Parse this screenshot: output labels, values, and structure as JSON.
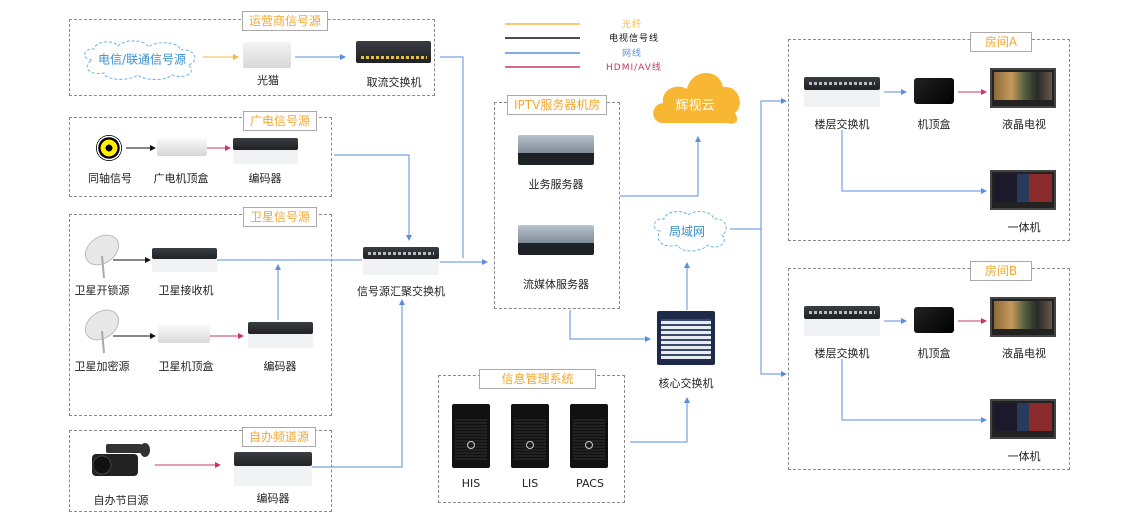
{
  "legend": [
    {
      "label": "光纤",
      "color": "#f5b940"
    },
    {
      "label": "电视信号线",
      "color": "#111111"
    },
    {
      "label": "网线",
      "color": "#5a8fdc"
    },
    {
      "label": "HDMI/AV线",
      "color": "#c8376b"
    }
  ],
  "groups": {
    "operator": {
      "title": "运营商信号源",
      "cloud": "电信/联通信号源",
      "modem": "光猫",
      "switch": "取流交换机"
    },
    "cable": {
      "title": "广电信号源",
      "coax": "同轴信号",
      "stb": "广电机顶盒",
      "encoder": "编码器"
    },
    "satellite": {
      "title": "卫星信号源",
      "dish_open": "卫星开锁源",
      "receiver": "卫星接收机",
      "dish_enc": "卫星加密源",
      "stb": "卫星机顶盒",
      "encoder": "编码器"
    },
    "self": {
      "title": "自办频道源",
      "camera": "自办节目源",
      "encoder": "编码器"
    },
    "aggregation": {
      "switch": "信号源汇聚交换机"
    },
    "iptv": {
      "title": "IPTV服务器机房",
      "business": "业务服务器",
      "streaming": "流媒体服务器"
    },
    "cloud": {
      "label": "辉视云"
    },
    "lan": {
      "label": "局域网"
    },
    "core": {
      "label": "核心交换机"
    },
    "info": {
      "title": "信息管理系统",
      "systems": [
        "HIS",
        "LIS",
        "PACS"
      ]
    },
    "room_a": {
      "title": "房间A",
      "switch": "楼层交换机",
      "stb": "机顶盒",
      "tv": "液晶电视",
      "aio": "一体机"
    },
    "room_b": {
      "title": "房间B",
      "switch": "楼层交换机",
      "stb": "机顶盒",
      "tv": "液晶电视",
      "aio": "一体机"
    }
  },
  "colors": {
    "title": "#f0a830",
    "fiber": "#f5b940",
    "tv_line": "#111111",
    "net": "#5a8fdc",
    "hdmi": "#c8376b",
    "cloud": "#f7b733",
    "cloud_text": "#ffffff",
    "lan_text": "#3a8fd0"
  }
}
